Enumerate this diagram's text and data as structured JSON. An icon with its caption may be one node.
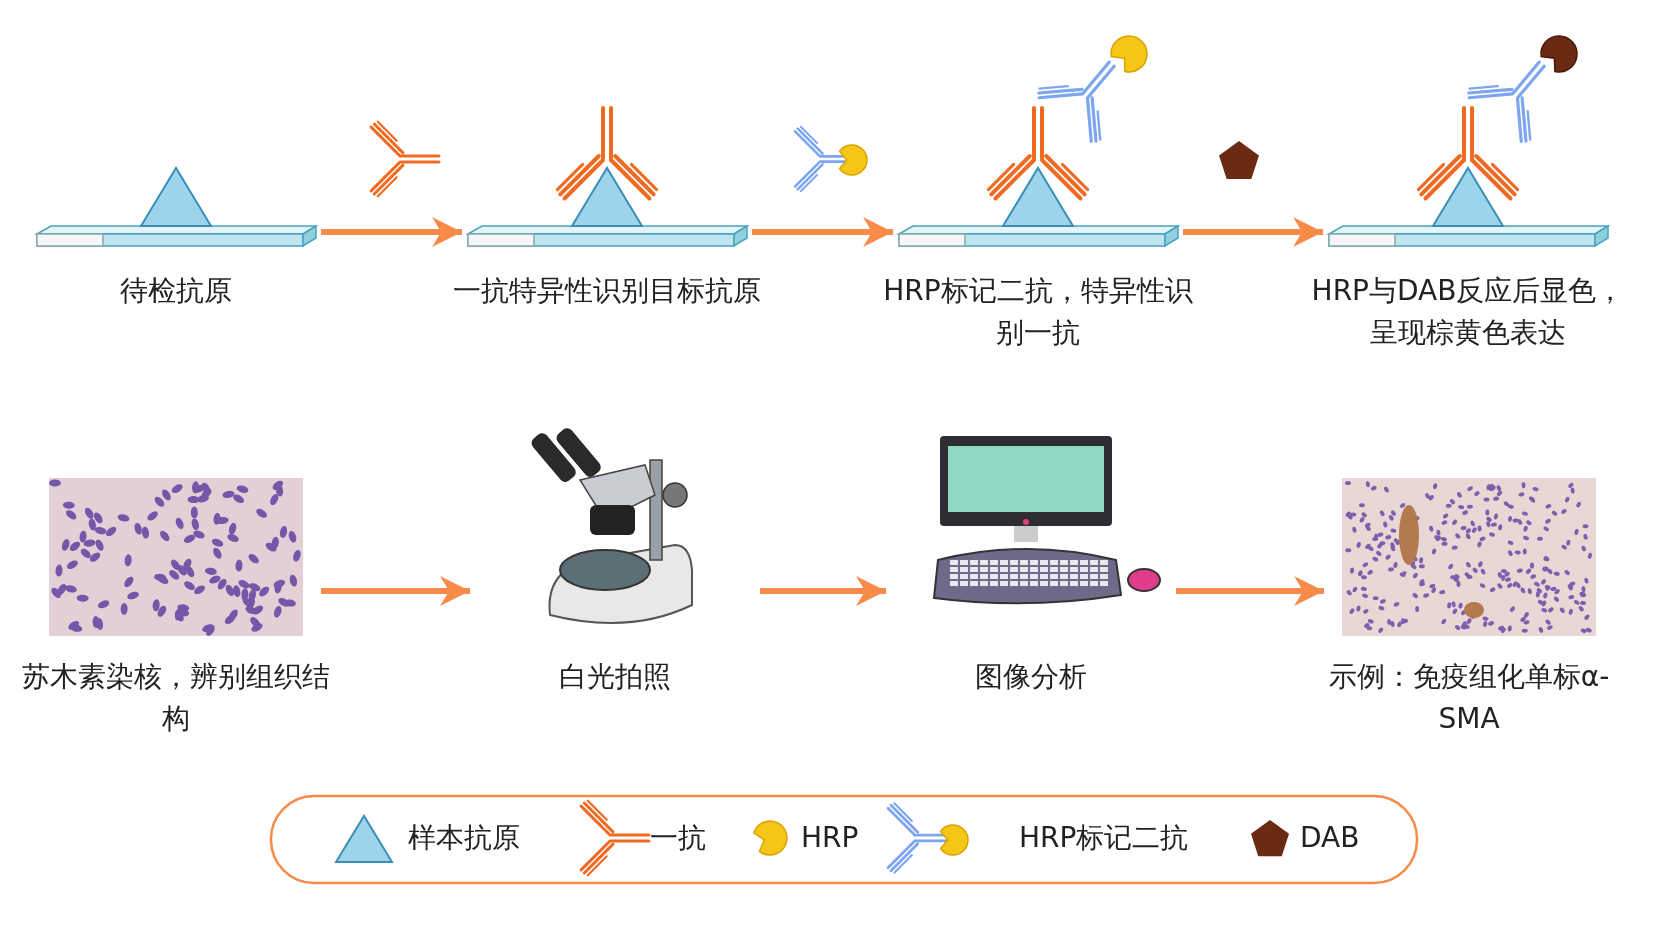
{
  "diagram": {
    "nodes": [
      {
        "text": [
          "待检抗原"
        ]
      },
      {
        "text": [
          "一抗特异性识别目标抗原"
        ]
      },
      {
        "text": [
          "HRP标记二抗，特异性识别一抗"
        ]
      },
      {
        "text": [
          "HRP与DAB反应后显色，呈现棕黄色表达"
        ]
      },
      {
        "text": [
          "苏木素染核，辨别组织结构"
        ]
      },
      {
        "text": [
          "白光拍照"
        ]
      },
      {
        "text": [
          "图像分析"
        ]
      },
      {
        "text": [
          "示例：免疫组化单标α-SMA"
        ]
      }
    ],
    "edges": [
      {
        "from": 0,
        "to": 1,
        "arrow": "to"
      },
      {
        "from": 1,
        "to": 2,
        "arrow": "to"
      },
      {
        "from": 2,
        "to": 3,
        "arrow": "to"
      },
      {
        "from": 4,
        "to": 5,
        "arrow": "to"
      },
      {
        "from": 5,
        "to": 6,
        "arrow": "to"
      },
      {
        "from": 6,
        "to": 7,
        "arrow": "to"
      }
    ],
    "legend": [
      {
        "text": "样本抗原"
      },
      {
        "text": "一抗"
      },
      {
        "text": "HRP"
      },
      {
        "text": "HRP标记二抗"
      },
      {
        "text": "DAB"
      }
    ]
  }
}
